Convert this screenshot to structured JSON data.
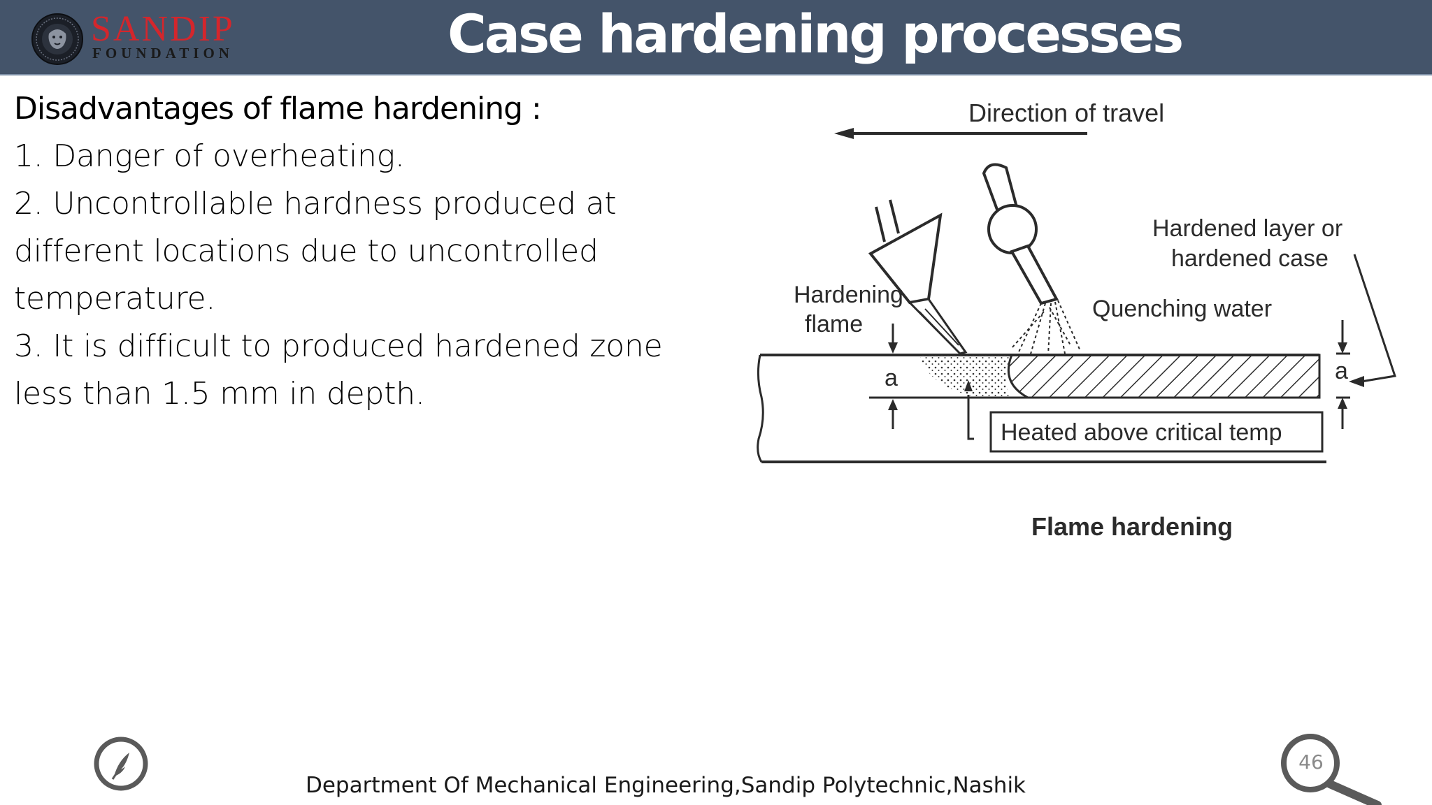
{
  "header": {
    "title": "Case hardening processes",
    "logo_word": "SANDIP",
    "logo_sub": "FOUNDATION",
    "bar_color": "#44546a",
    "logo_color": "#d4262c"
  },
  "content": {
    "heading": "Disadvantages of flame hardening :",
    "points": [
      "1. Danger of overheating.",
      "2. Uncontrollable hardness produced at different locations due to uncontrolled temperature.",
      "3. It is difficult to produced hardened zone less than 1.5 mm in depth."
    ]
  },
  "figure": {
    "direction_label": "Direction of travel",
    "hardened_label_line1": "Hardened layer or",
    "hardened_label_line2": "hardened case",
    "flame_label_line1": "Hardening",
    "flame_label_line2": "flame",
    "water_label": "Quenching water",
    "heated_label": "Heated above critical temp",
    "depth_label_left": "a",
    "depth_label_right": "a",
    "caption": "Flame hardening"
  },
  "footer": {
    "department": "Department Of Mechanical Engineering,Sandip Polytechnic,Nashik",
    "page_number": "46",
    "feather_icon": "feather-icon",
    "page_icon": "magnifier-icon"
  }
}
